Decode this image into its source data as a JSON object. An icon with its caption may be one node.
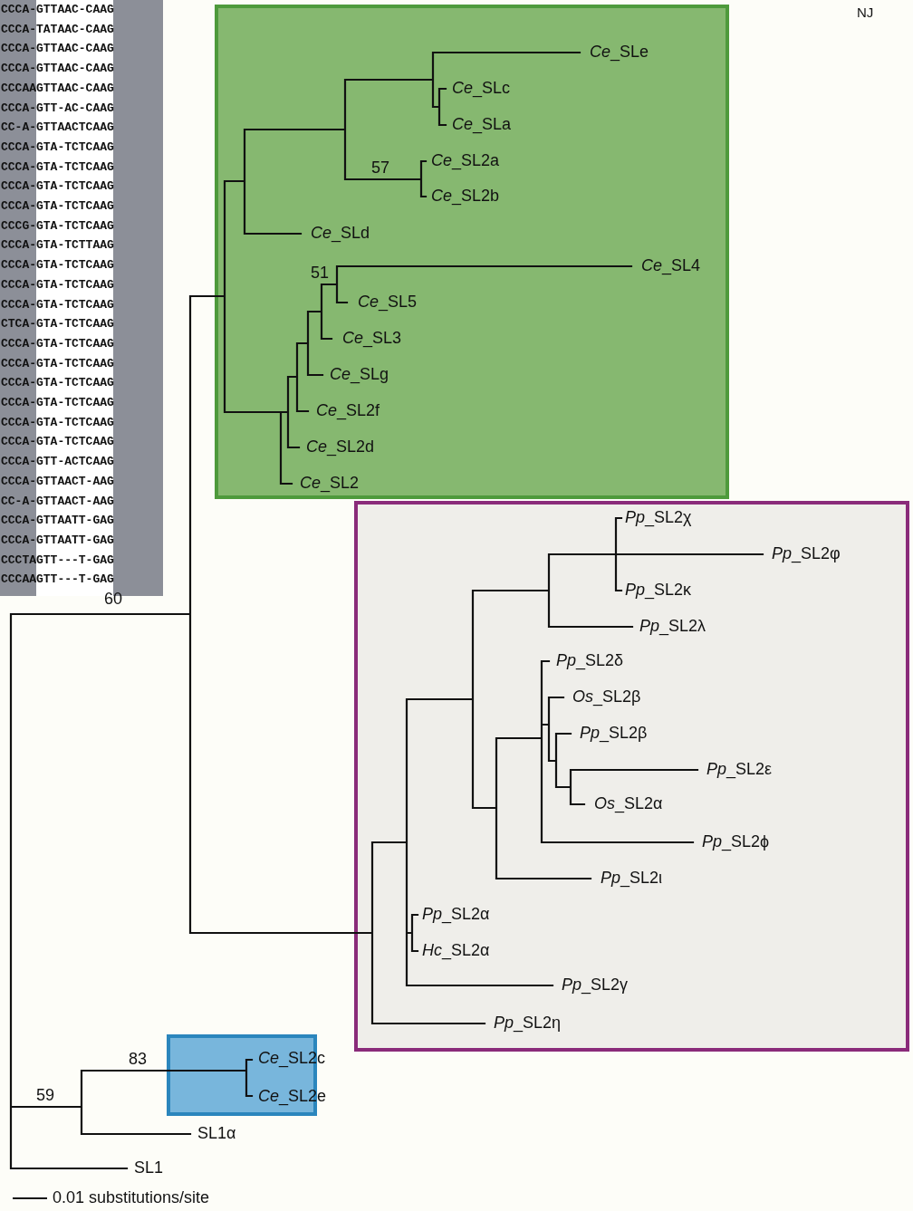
{
  "diagram": {
    "nodes": [
      {
        "text": [
          "Ce_SLe",
          "Ce_SLc",
          "Ce_SLa",
          "Ce_SL2a",
          "Ce_SL2b",
          "Ce_SLd",
          "Ce_SL4",
          "Ce_SL5",
          "Ce_SL3",
          "Ce_SLg",
          "Ce_SL2f",
          "Ce_SL2d",
          "Ce_SL2"
        ]
      },
      {
        "text": [
          "Pp_SL2χ",
          "Pp_SL2φ",
          "Pp_SL2κ",
          "Pp_SL2λ",
          "Pp_SL2δ",
          "Os_SL2β",
          "Pp_SL2β",
          "Pp_SL2ε",
          "Os_SL2α",
          "Pp_SL2ϕ",
          "Pp_SL2ι",
          "Pp_SL2α",
          "Hc_SL2α",
          "Pp_SL2γ",
          "Pp_SL2η"
        ]
      },
      {
        "text": [
          "Ce_SL2c",
          "Ce_SL2e"
        ]
      }
    ],
    "labels": [
      "CCCA-GTTAAC-CAAG",
      "CCCA-TATAAC-CAAG",
      "CCCA-GTTAAC-CAAG",
      "CCCA-GTTAAC-CAAG",
      "CCCAAGTTAAC-CAAG",
      "CCCA-GTT-AC-CAAG",
      "CC-A-GTTAACTCAAG",
      "CCCA-GTA-TCTCAAG",
      "CCCA-GTA-TCTCAAG",
      "CCCA-GTA-TCTCAAG",
      "CCCA-GTA-TCTCAAG",
      "CCCG-GTA-TCTCAAG",
      "CCCA-GTA-TCTTAAG",
      "CCCA-GTA-TCTCAAG",
      "CCCA-GTA-TCTCAAG",
      "CCCA-GTA-TCTCAAG",
      "CTCA-GTA-TCTCAAG",
      "CCCA-GTA-TCTCAAG",
      "CCCA-GTA-TCTCAAG",
      "CCCA-GTA-TCTCAAG",
      "CCCA-GTA-TCTCAAG",
      "CCCA-GTA-TCTCAAG",
      "CCCA-GTA-TCTCAAG",
      "CCCA-GTT-ACTCAAG",
      "CCCA-GTTAACT-AAG",
      "CC-A-GTTAACT-AAG",
      "CCCA-GTTAATT-GAG",
      "CCCA-GTTAATT-GAG",
      "CCCTAGTT---T-GAG",
      "CCCAAGTT---T-GAG",
      "NJ",
      "57",
      "51",
      "60",
      "83",
      "59",
      "SL1α",
      "SL1",
      "0.01 substitutions/site"
    ]
  }
}
